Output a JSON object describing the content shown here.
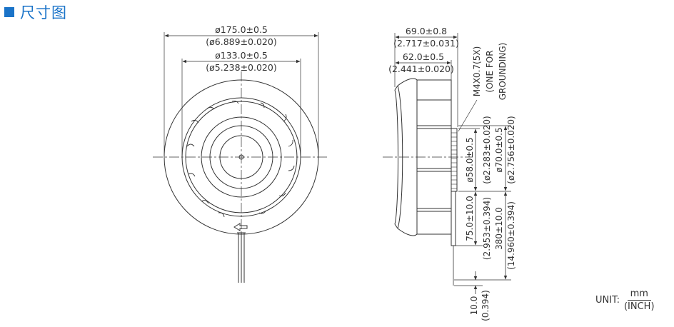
{
  "header": {
    "title": "尺寸图",
    "accent_color": "#1a73c8",
    "bullet_icon": "square-bullet-icon"
  },
  "front_view": {
    "dim_outer_mm": "ø175.0±0.5",
    "dim_outer_inch": "(ø6.889±0.020)",
    "dim_inner_mm": "ø133.0±0.5",
    "dim_inner_inch": "(ø5.238±0.020)"
  },
  "side_view": {
    "dim_depth_mm": "69.0±0.8",
    "dim_depth_inch": "(2.717±0.031)",
    "dim_depth2_mm": "62.0±0.5",
    "dim_depth2_inch": "(2.441±0.020)",
    "screw_label": "M4X0.7(5X)",
    "screw_note1": "(ONE FOR",
    "screw_note2": "GROUNDING)",
    "dim_hub_mm": "ø58.0±0.5",
    "dim_hub_inch": "(ø2.283±0.020)",
    "dim_mount_mm": "ø70.0±0.5",
    "dim_mount_inch": "(ø2.756±0.020)",
    "lead_short_mm": "75.0±10.0",
    "lead_short_inch": "(2.953±0.394)",
    "lead_long_mm": "380±10.0",
    "lead_long_inch": "(14.960±0.394)",
    "strip_mm": "10.0",
    "strip_inch": "(0.394)"
  },
  "unit": {
    "label": "UNIT:",
    "numerator": "mm",
    "denominator": "(INCH)"
  }
}
